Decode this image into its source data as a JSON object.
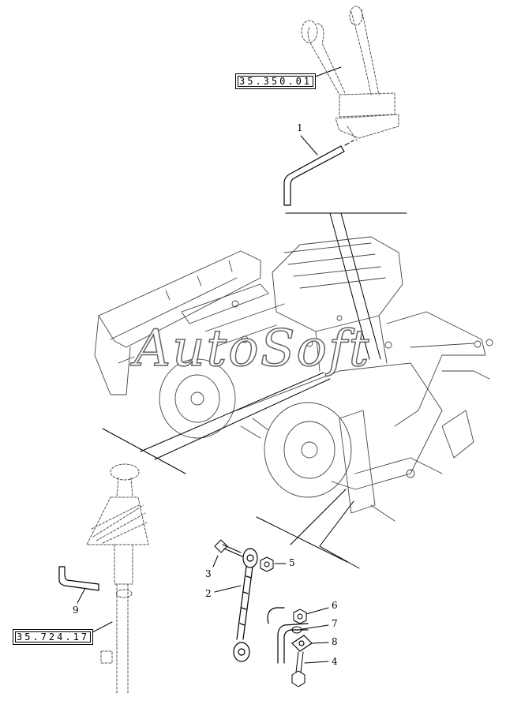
{
  "diagram": {
    "reference_boxes": [
      {
        "id": "ref-top",
        "text": "35.350.01"
      },
      {
        "id": "ref-bottom",
        "text": "35.724.17"
      }
    ],
    "callouts": [
      "1",
      "2",
      "3",
      "4",
      "5",
      "6",
      "7",
      "8",
      "9"
    ],
    "watermark": "AutoSoft"
  }
}
